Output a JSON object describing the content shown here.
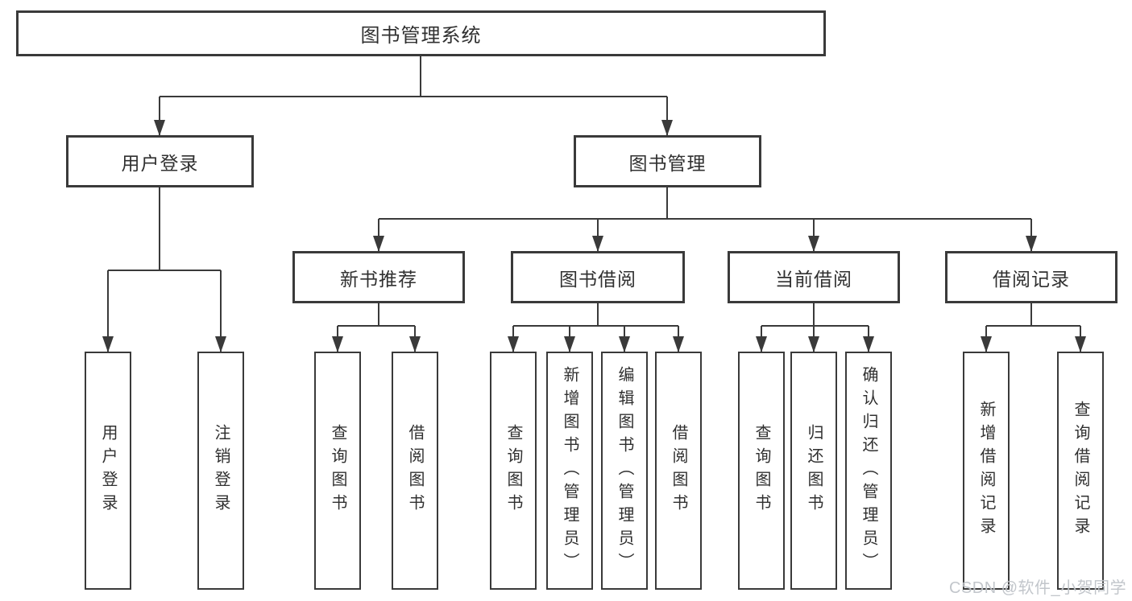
{
  "tree": {
    "root": {
      "label": "图书管理系统"
    },
    "level2": [
      {
        "label": "用户登录",
        "children": [
          {
            "label": "用户登录"
          },
          {
            "label": "注销登录"
          }
        ]
      },
      {
        "label": "图书管理",
        "children": [
          {
            "label": "新书推荐",
            "children": [
              {
                "label": "查询图书"
              },
              {
                "label": "借阅图书"
              }
            ]
          },
          {
            "label": "图书借阅",
            "children": [
              {
                "label": "查询图书"
              },
              {
                "label": "新增图书（管理员）"
              },
              {
                "label": "编辑图书（管理员）"
              },
              {
                "label": "借阅图书"
              }
            ]
          },
          {
            "label": "当前借阅",
            "children": [
              {
                "label": "查询图书"
              },
              {
                "label": "归还图书"
              },
              {
                "label": "确认归还（管理员）"
              }
            ]
          },
          {
            "label": "借阅记录",
            "children": [
              {
                "label": "新增借阅记录"
              },
              {
                "label": "查询借阅记录"
              }
            ]
          }
        ]
      }
    ]
  },
  "watermark": "CSDN @软件_小贺同学",
  "colors": {
    "line": "#3a3a3a",
    "text": "#303030",
    "background": "#ffffff",
    "watermark": "#c2c6cc"
  }
}
